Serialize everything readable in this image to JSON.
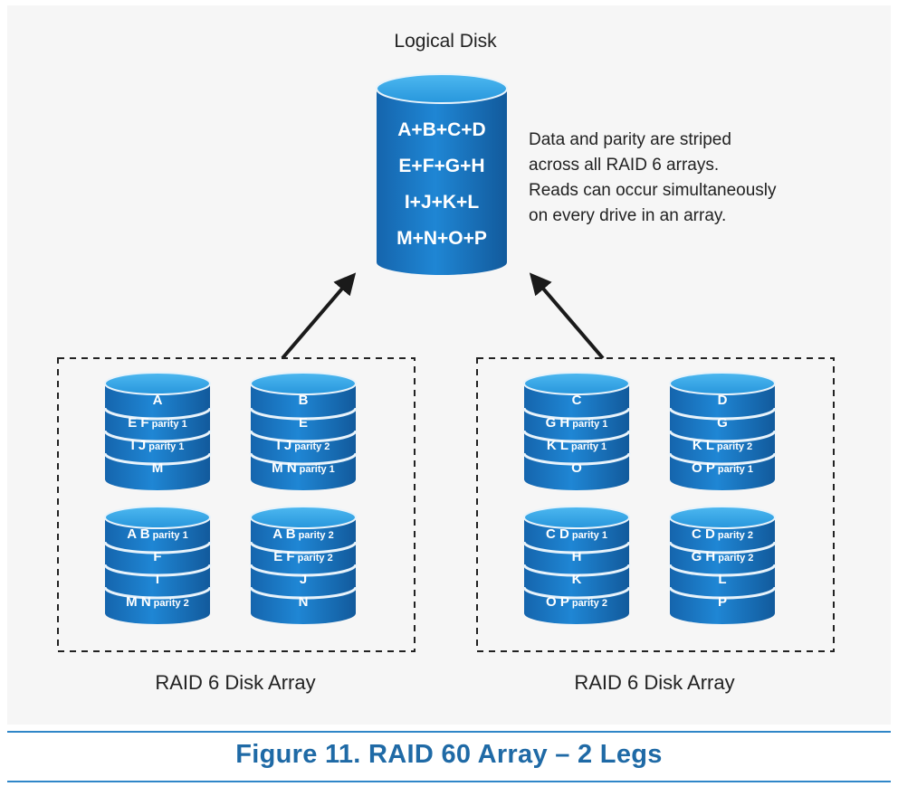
{
  "logical_disk": {
    "title": "Logical Disk",
    "rows": [
      "A+B+C+D",
      "E+F+G+H",
      "I+J+K+L",
      "M+N+O+P"
    ]
  },
  "note": {
    "lines": [
      "Data and parity are striped",
      "across all RAID 6 arrays.",
      "Reads can occur simultaneously",
      "on every drive in an array."
    ]
  },
  "arrays": [
    {
      "label": "RAID 6 Disk Array",
      "drives": [
        {
          "bands": [
            {
              "main": "A",
              "parity": ""
            },
            {
              "main": "E F",
              "parity": "parity 1"
            },
            {
              "main": "I J",
              "parity": "parity 1"
            },
            {
              "main": "M",
              "parity": ""
            }
          ]
        },
        {
          "bands": [
            {
              "main": "B",
              "parity": ""
            },
            {
              "main": "E",
              "parity": ""
            },
            {
              "main": "I J",
              "parity": "parity 2"
            },
            {
              "main": "M N",
              "parity": "parity 1"
            }
          ]
        },
        {
          "bands": [
            {
              "main": "A B",
              "parity": "parity 1"
            },
            {
              "main": "F",
              "parity": ""
            },
            {
              "main": "I",
              "parity": ""
            },
            {
              "main": "M N",
              "parity": "parity 2"
            }
          ]
        },
        {
          "bands": [
            {
              "main": "A B",
              "parity": "parity 2"
            },
            {
              "main": "E F",
              "parity": "parity 2"
            },
            {
              "main": "J",
              "parity": ""
            },
            {
              "main": "N",
              "parity": ""
            }
          ]
        }
      ]
    },
    {
      "label": "RAID 6 Disk Array",
      "drives": [
        {
          "bands": [
            {
              "main": "C",
              "parity": ""
            },
            {
              "main": "G H",
              "parity": "parity 1"
            },
            {
              "main": "K L",
              "parity": "parity 1"
            },
            {
              "main": "O",
              "parity": ""
            }
          ]
        },
        {
          "bands": [
            {
              "main": "D",
              "parity": ""
            },
            {
              "main": "G",
              "parity": ""
            },
            {
              "main": "K L",
              "parity": "parity 2"
            },
            {
              "main": "O P",
              "parity": "parity 1"
            }
          ]
        },
        {
          "bands": [
            {
              "main": "C D",
              "parity": "parity 1"
            },
            {
              "main": "H",
              "parity": ""
            },
            {
              "main": "K",
              "parity": ""
            },
            {
              "main": "O P",
              "parity": "parity 2"
            }
          ]
        },
        {
          "bands": [
            {
              "main": "C D",
              "parity": "parity 2"
            },
            {
              "main": "G H",
              "parity": "parity 2"
            },
            {
              "main": "L",
              "parity": ""
            },
            {
              "main": "P",
              "parity": ""
            }
          ]
        }
      ]
    }
  ],
  "caption": "Figure 11. RAID 60 Array – 2 Legs",
  "colors": {
    "disk_top": "#38a6e6",
    "disk_body": "#1a73c2",
    "disk_band_line": "#e8f3fb",
    "caption": "#1f6aa6"
  }
}
